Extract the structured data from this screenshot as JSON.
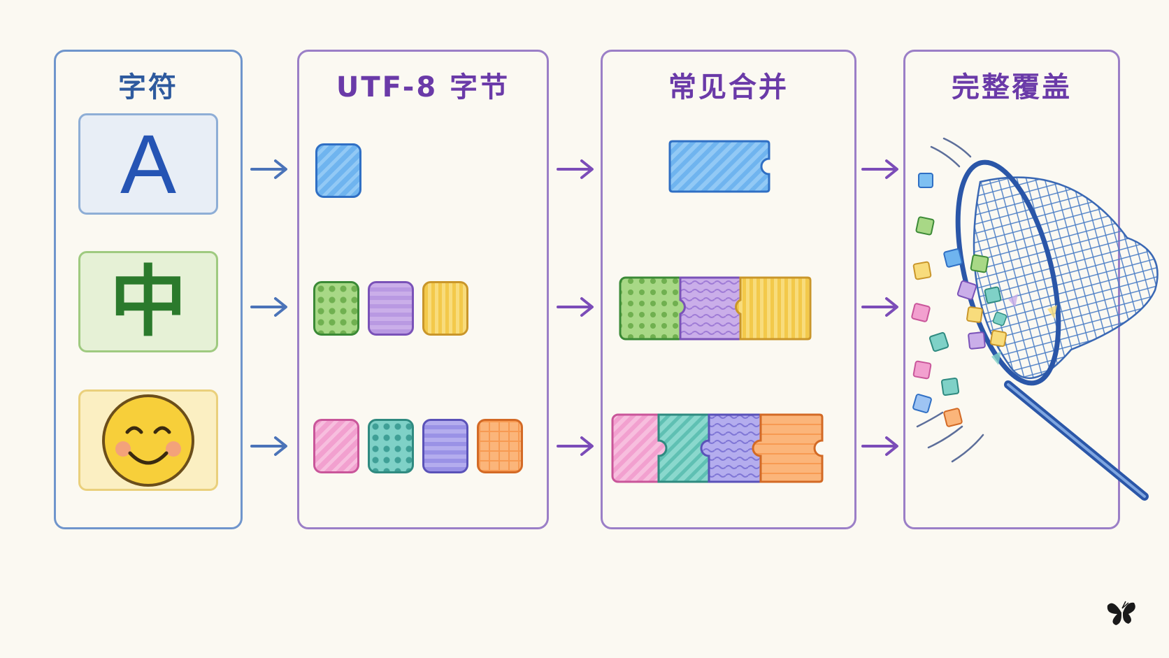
{
  "panels": {
    "characters": {
      "title": "字符",
      "items": [
        "A",
        "中",
        "😊"
      ]
    },
    "bytes": {
      "title": "UTF-8 字节"
    },
    "merges": {
      "title": "常见合并"
    },
    "coverage": {
      "title": "完整覆盖"
    }
  },
  "colors": {
    "panel_border": "#9b7fc7",
    "chars_border": "#6f95cc",
    "arrow_chars": "#4a73b8",
    "arrow_other": "#7b4cb8",
    "title_purple": "#6a3aa8",
    "title_blue": "#2e5a9e"
  },
  "icons": [
    "right-arrow-icon",
    "smiley-face-icon",
    "puzzle-piece-icon",
    "butterfly-net-icon",
    "butterfly-logo-icon"
  ]
}
